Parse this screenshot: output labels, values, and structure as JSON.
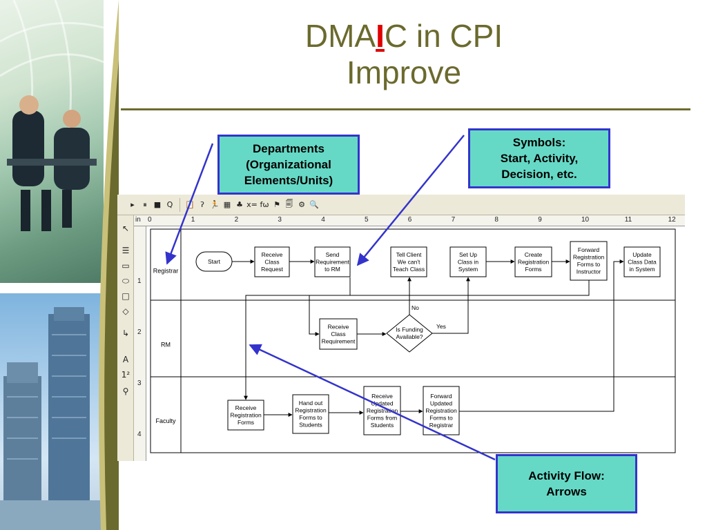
{
  "slide": {
    "title_part1": "DMA",
    "title_highlight": "I",
    "title_part2": "C in CPI",
    "subtitle": "Improve"
  },
  "callouts": {
    "departments": [
      "Departments",
      "(Organizational",
      "Elements/Units)"
    ],
    "symbols": [
      "Symbols:",
      "Start, Activity,",
      "Decision, etc."
    ],
    "activity_flow": [
      "Activity Flow:",
      "Arrows"
    ]
  },
  "toolbar": {
    "icons": [
      "play-icon",
      "pause-icon",
      "stop-icon",
      "zoom-icon",
      "clipboard-icon",
      "snake-icon",
      "person-icon",
      "grid-icon",
      "tree-icon",
      "formula-icon",
      "function-icon",
      "flag-icon",
      "copy-icon",
      "settings-icon",
      "preview-icon"
    ],
    "labels": [
      "▸",
      "⏸",
      "■",
      "Q",
      "📋",
      "ʔ",
      "🏃",
      "▦",
      "♣",
      "x=",
      "fω",
      "⚑",
      "🗐",
      "⚙",
      "🔍"
    ]
  },
  "left_tools": {
    "icons": [
      "pointer-icon",
      "text-block-icon",
      "rectangle-icon",
      "rounded-rect-icon",
      "square-icon",
      "diamond-icon",
      "connector-icon",
      "text-icon",
      "numbering-icon",
      "zoom-icon"
    ],
    "labels": [
      "↖",
      "☰",
      "▭",
      "⬭",
      "□",
      "◇",
      "↳",
      "A",
      "1²",
      "⚲"
    ]
  },
  "ruler": {
    "unit": "in",
    "top_numbers": [
      "0",
      "1",
      "2",
      "3",
      "4",
      "5",
      "6",
      "7",
      "8",
      "9",
      "10",
      "11",
      "12"
    ],
    "left_numbers": [
      "1",
      "2",
      "3",
      "4"
    ]
  },
  "lanes": [
    "Registrar",
    "RM",
    "Faculty"
  ],
  "nodes": {
    "start": "Start",
    "receive_class_request": [
      "Receive",
      "Class",
      "Request"
    ],
    "send_requirement": [
      "Send",
      "Requirement",
      "to RM"
    ],
    "tell_client": [
      "Tell Client",
      "We can't",
      "Teach Class"
    ],
    "set_up_class": [
      "Set Up",
      "Class in",
      "System"
    ],
    "create_forms": [
      "Create",
      "Registration",
      "Forms"
    ],
    "forward_to_instructor": [
      "Forward",
      "Registration",
      "Forms to",
      "Instructor"
    ],
    "update_class_data": [
      "Update",
      "Class Data",
      "in System"
    ],
    "receive_requirement": [
      "Receive",
      "Class",
      "Requirement"
    ],
    "funding_decision": [
      "Is Funding",
      "Available?"
    ],
    "receive_forms": [
      "Receive",
      "Registration",
      "Forms"
    ],
    "hand_out_forms": [
      "Hand out",
      "Registration",
      "Forms to",
      "Students"
    ],
    "receive_updated": [
      "Receive",
      "Updated",
      "Registration",
      "Forms from",
      "Students"
    ],
    "forward_updated": [
      "Forward",
      "Updated",
      "Registration",
      "Forms to",
      "Registrar"
    ]
  },
  "decision_labels": {
    "no": "No",
    "yes": "Yes"
  },
  "colors": {
    "title": "#6b6a2e",
    "highlight": "#e00000",
    "callout_fill": "#66d9c6",
    "callout_border": "#3333cc",
    "pointer": "#3333cc"
  }
}
